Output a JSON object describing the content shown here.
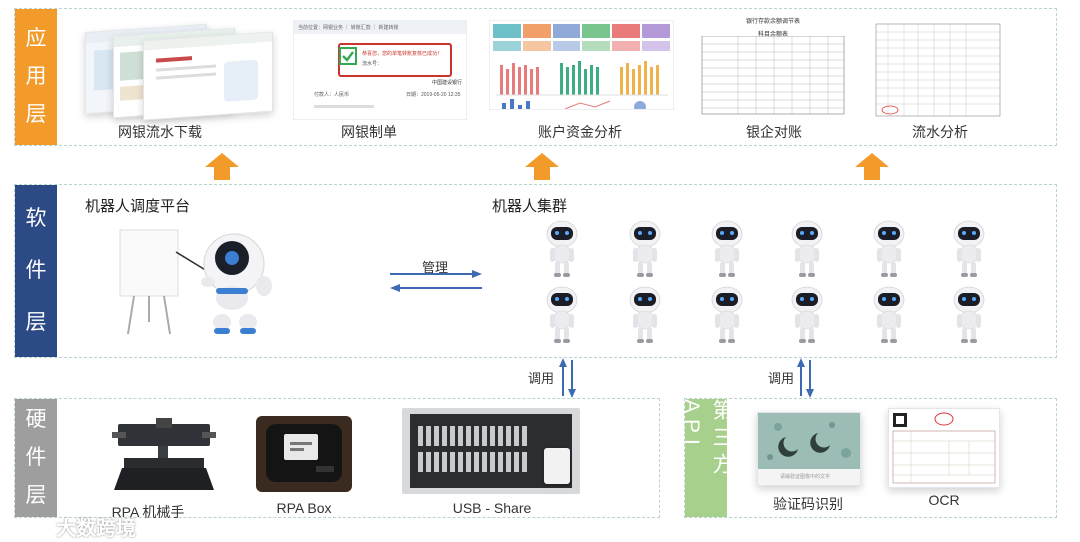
{
  "layers": {
    "app": {
      "tab_chars": [
        "应",
        "用",
        "层"
      ],
      "tab_color": "#f39b2a",
      "items": [
        {
          "caption": "网银流水下载"
        },
        {
          "caption": "网银制单",
          "breadcrumb": "当前位置：网银业务 ｜ 转账汇款 ｜ 新建转账",
          "success_text": "恭喜您，您的单笔转账复核已成功！",
          "serial_label": "流水号：",
          "bank_name": "中国建设银行",
          "payer_label": "付款人：人民币",
          "date_label": "日期：2019-05-20 12:35"
        },
        {
          "caption": "账户资金分析"
        },
        {
          "caption": "银企对账",
          "doc_title": "银行存款余额调节表",
          "doc_sub": "科目余额表"
        },
        {
          "caption": "流水分析"
        }
      ]
    },
    "software": {
      "tab_chars": [
        "软",
        "件",
        "层"
      ],
      "tab_color": "#2b4a86",
      "scheduler_title": "机器人调度平台",
      "cluster_title": "机器人集群",
      "manage_label": "管理"
    },
    "hardware": {
      "tab_chars": [
        "硬",
        "件",
        "层"
      ],
      "tab_color": "#9e9e9e",
      "items": [
        {
          "caption": "RPA 机械手"
        },
        {
          "caption": "RPA Box"
        },
        {
          "caption": "USB - Share"
        }
      ]
    },
    "third_party": {
      "tab_text": "第三方API",
      "tab_color": "#a8d08d",
      "items": [
        {
          "caption": "验证码识别",
          "captcha_hint": "请输验证图像中的文字"
        },
        {
          "caption": "OCR"
        }
      ]
    }
  },
  "invoke_labels": [
    "调用",
    "调用"
  ],
  "watermark": "大数跨境",
  "colors": {
    "arrow_up": "#f39b2a",
    "arrow_blue": "#3d6bb3",
    "dashed_border": "#b9d3cf"
  }
}
